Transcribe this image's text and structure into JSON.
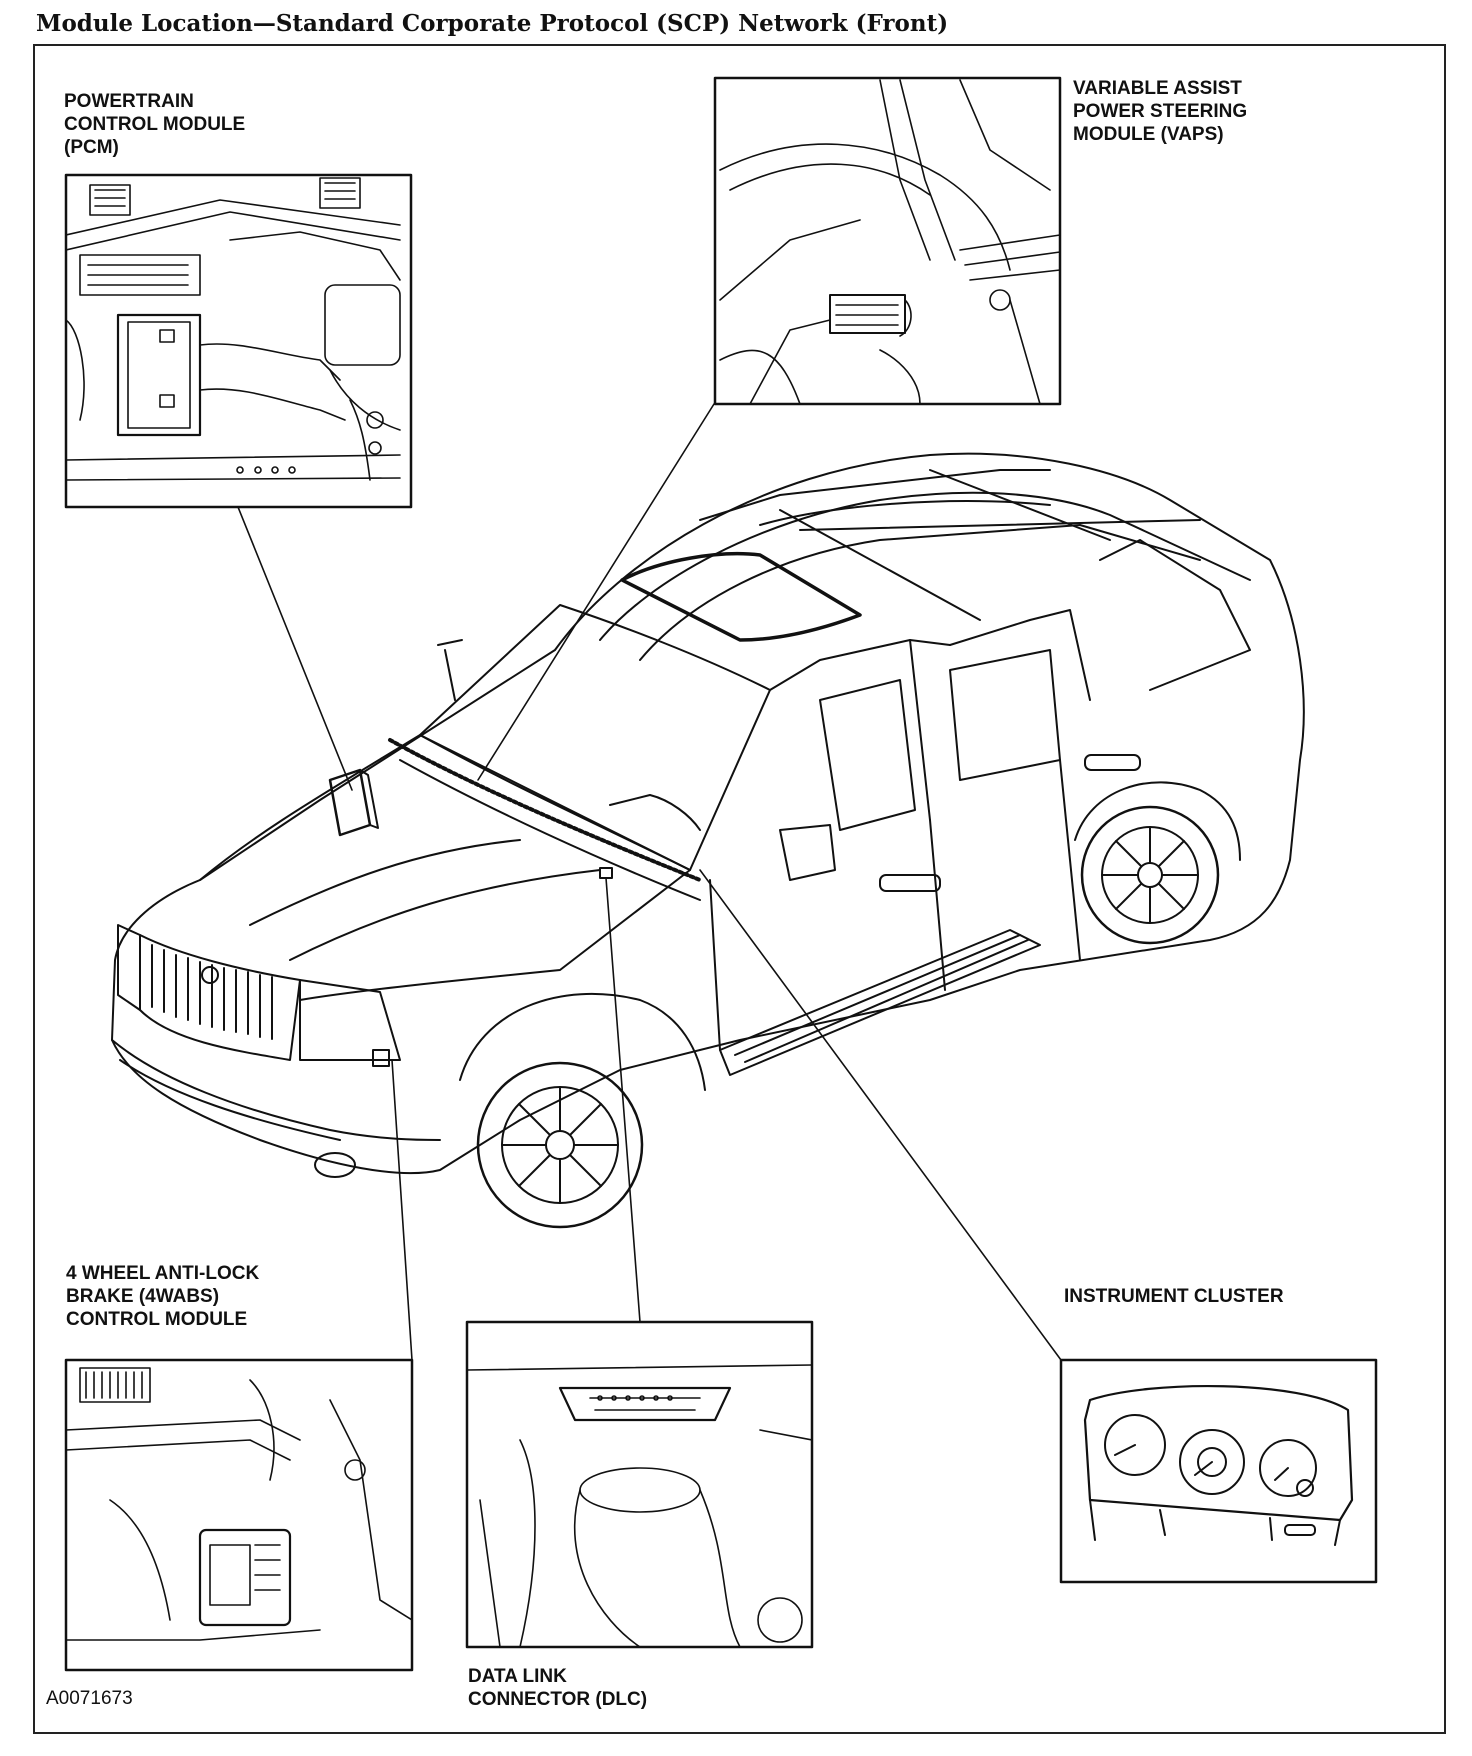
{
  "title": "Module Location—Standard Corporate Protocol (SCP) Network (Front)",
  "figure_id": "A0071673",
  "labels": {
    "pcm": [
      "POWERTRAIN",
      "CONTROL MODULE",
      "(PCM)"
    ],
    "vaps": [
      "VARIABLE ASSIST",
      "POWER STEERING",
      "MODULE (VAPS)"
    ],
    "abs": [
      "4 WHEEL ANTI-LOCK",
      "BRAKE (4WABS)",
      "CONTROL MODULE"
    ],
    "dlc": [
      "DATA LINK",
      "CONNECTOR (DLC)"
    ],
    "cluster": [
      "INSTRUMENT CLUSTER"
    ]
  }
}
